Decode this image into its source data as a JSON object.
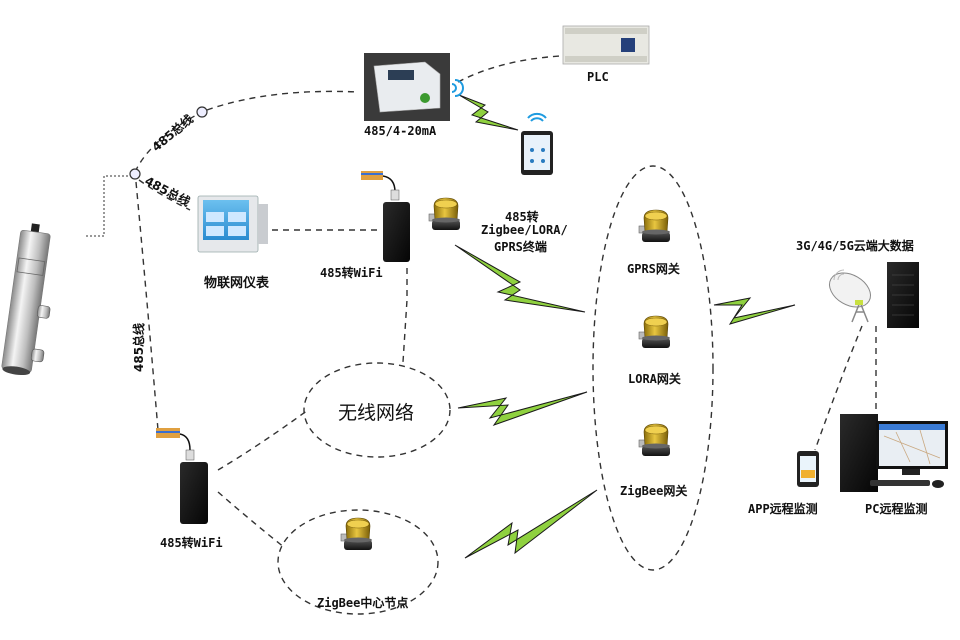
{
  "diagram": {
    "title": "",
    "colors": {
      "dash_line": "#333333",
      "lightning_fill": "#8fd13f",
      "lightning_stroke": "#1a1a1a",
      "gateway_yellow": "#c9a21a",
      "gateway_base": "#2b2b2b",
      "wifi_blue": "#1e9be0"
    },
    "bus_labels": {
      "bus_top": "485总线",
      "bus_mid": "485总线",
      "bus_left": "485总线"
    },
    "nodes": {
      "sensor": {
        "label": "",
        "icon": "probe-sensor-icon"
      },
      "converter_4_20": {
        "label": "485/4-20mA",
        "icon": "din-rail-module-icon"
      },
      "plc": {
        "label": "PLC",
        "icon": "plc-icon"
      },
      "tablet": {
        "label": "",
        "icon": "tablet-icon"
      },
      "iot_meter": {
        "label": "物联网仪表",
        "icon": "panel-meter-icon"
      },
      "wifi_top": {
        "label": "485转WiFi",
        "icon": "wifi-adapter-icon"
      },
      "terminal": {
        "label_line1": "485转",
        "label_line2": "Zigbee/LORA/",
        "label_line3": "GPRS终端",
        "icon": "gateway-icon"
      },
      "gprs_gateway": {
        "label": "GPRS网关",
        "icon": "gateway-icon"
      },
      "lora_gateway": {
        "label": "LORA网关",
        "icon": "gateway-icon"
      },
      "zigbee_gateway": {
        "label": "ZigBee网关",
        "icon": "gateway-icon"
      },
      "cloud": {
        "label": "3G/4G/5G云端大数据",
        "icon": "satellite-dish-server-icon"
      },
      "wireless_network": {
        "label": "无线网络"
      },
      "wifi_bottom": {
        "label": "485转WiFi",
        "icon": "wifi-adapter-icon"
      },
      "zigbee_center": {
        "label": "ZigBee中心节点",
        "icon": "gateway-icon"
      },
      "app_monitor": {
        "label": "APP远程监测",
        "icon": "smartphone-icon"
      },
      "pc_monitor": {
        "label": "PC远程监测",
        "icon": "desktop-pc-icon"
      }
    }
  }
}
